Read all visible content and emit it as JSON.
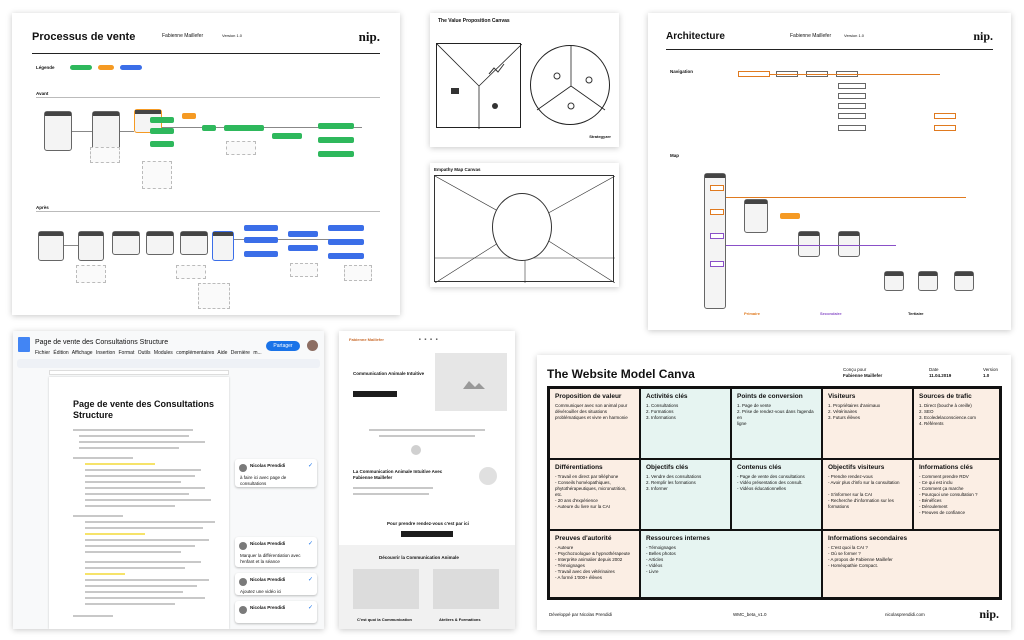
{
  "process": {
    "title": "Processus de vente",
    "author": "Fabienne Maillefer",
    "version": "Version 1.0",
    "brand": "nip.",
    "legend_label": "Légende",
    "before_label": "Avant",
    "after_label": "Après"
  },
  "value_prop": {
    "title": "The Value Proposition Canvas",
    "brand": "Strategyzer"
  },
  "empathy": {
    "title": "Empathy Map Canvas"
  },
  "architecture": {
    "title": "Architecture",
    "author": "Fabienne Maillefer",
    "version": "Version 1.0",
    "brand": "nip.",
    "nav_label": "Navigation",
    "map_label": "Map",
    "col_primary": "Primaire",
    "col_secondary": "Secondaire",
    "col_tertiary": "Tertiaire"
  },
  "gdoc": {
    "title": "Page de vente des Consultations Structure",
    "menu": "Fichier  Édition  Affichage  Insertion  Format  Outils  Modules complémentaires  Aide  Dernière m...",
    "share": "Partager",
    "page_title": "Page de vente des Consultations Structure",
    "comments": [
      {
        "name": "Nicolas Prendidi",
        "text": "à faire ici avec page de consultations"
      },
      {
        "name": "Nicolas Prendidi",
        "text": "Marquer la différentiation avec l'enfant et la séance"
      },
      {
        "name": "Nicolas Prendidi",
        "text": "Ajoutez une vidéo ici"
      },
      {
        "name": "Nicolas Prendidi",
        "text": ""
      }
    ]
  },
  "landing": {
    "brand": "Fabienne Maillefer",
    "hero": "Communication Animale Intuitive",
    "section_title": "La Communication Animale Intuitive Avec Fabienne Maillefer",
    "cta_title": "Pour prendre rendez-vous c'est par ici",
    "discover": "Découvrir la Communication Animale",
    "tile1": "C'est quoi la Communication",
    "tile2": "Ateliers & Formations"
  },
  "canva": {
    "title": "The Website Model Canva",
    "designed_for_label": "Conçu pour",
    "designed_for": "Fabienne Maillefer",
    "date_label": "Date",
    "date": "11.04.2019",
    "version_label": "Version",
    "version": "1.0",
    "cells": {
      "value": {
        "h": "Proposition de valeur",
        "b": "Communiquer avec son animal pour\ndévérouiller des situations\nproblématiques et vivre en harmonie"
      },
      "activities": {
        "h": "Activités clés",
        "b": "1. Consultations\n2. Formations\n3. Informations"
      },
      "conversion": {
        "h": "Points de conversion",
        "b": "1. Page de vente\n2. Prise de rendez-vous dans l'agenda en\nligne"
      },
      "visitors": {
        "h": "Visiteurs",
        "b": "1. Propriétaires d'animaux\n2. Vétérinaires\n3. Futurs élèves"
      },
      "traffic": {
        "h": "Sources de trafic",
        "b": "1. Direct (bouche à oreille)\n2. SEO\n3. Ecoledelaconscience.com\n4. Référents"
      },
      "diff": {
        "h": "Différentiations",
        "b": "- Travail en direct par téléphone\n- Conseils homéopathiques,\nphytothérapeutiques, micronutrition, etc.\n- 20 ans d'expérience\n- Auteure du livre sur la CAI"
      },
      "objectives": {
        "h": "Objectifs clés",
        "b": "1. Vendre des consultations\n2. Remplir les formations\n3. Informer"
      },
      "content": {
        "h": "Contenus clés",
        "b": "- Page de vente des consultations\n- Vidéo présentation des consult.\n- Vidéos éducationnelles"
      },
      "visitor_goals": {
        "h": "Objectifs visiteurs",
        "b": "- Prendre rendez-vous\n- Avoir plus d'info sur la consultation\n\n- S'informer sur la CAI\n- Recherche d'information sur les\nformations"
      },
      "key_info": {
        "h": "Informations clés",
        "b": "- Comment prendre RDV\n- Ce qui est inclu\n- Comment ça marche\n- Pourquoi une consultation ?\n- Bénéfices\n- Déroulement\n- Preuves de confiance"
      },
      "proof": {
        "h": "Preuves d'autorité",
        "b": "- Auteure\n- Psychozoologue & hypnothérapeute\n- Interprète animalier depuis 2002\n- Témoignages\n- Travail avec des vétérinaires\n- A formé 1'000+ élèves"
      },
      "resources": {
        "h": "Ressources internes",
        "b": "- Témoignages\n- Belles photos\n- Articles\n- Vidéos\n- Livre"
      },
      "secondary": {
        "h": "Informations secondaires",
        "b": "- C'est quoi la CAI ?\n- Où se former ?\n- A propos de Fabienne Maillefer\n- Homéopathie Compact."
      }
    },
    "footer_left": "Développé par Nicolas Prendidi",
    "footer_mid": "WMC_beta_v1.0",
    "footer_right": "nicolasprendidi.com",
    "brand": "nip."
  }
}
